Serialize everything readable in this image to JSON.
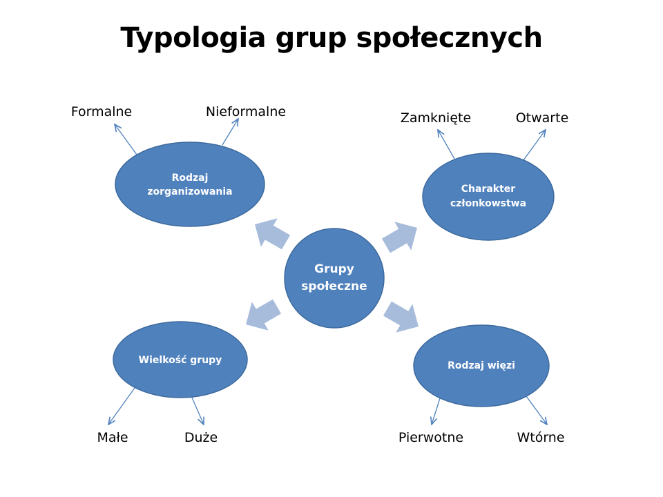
{
  "title": "Typologia grup społecznych",
  "colors": {
    "node_fill": "#4F81BD",
    "node_stroke": "#3D6A9E",
    "big_arrow": "#A7BBDB",
    "leaf_arrow": "#4F81BD",
    "text_dark": "#000000",
    "text_light": "#FFFFFF"
  },
  "center": {
    "line1": "Grupy",
    "line2": "społeczne"
  },
  "nodes": {
    "organization": {
      "line1": "Rodzaj",
      "line2": "zorganizowania",
      "leaves": [
        "Formalne",
        "Nieformalne"
      ]
    },
    "membership": {
      "line1": "Charakter",
      "line2": "członkowstwa",
      "leaves": [
        "Zamknięte",
        "Otwarte"
      ]
    },
    "size": {
      "line1": "Wielkość grupy",
      "leaves": [
        "Małe",
        "Duże"
      ]
    },
    "bond": {
      "line1": "Rodzaj więzi",
      "leaves": [
        "Pierwotne",
        "Wtórne"
      ]
    }
  }
}
